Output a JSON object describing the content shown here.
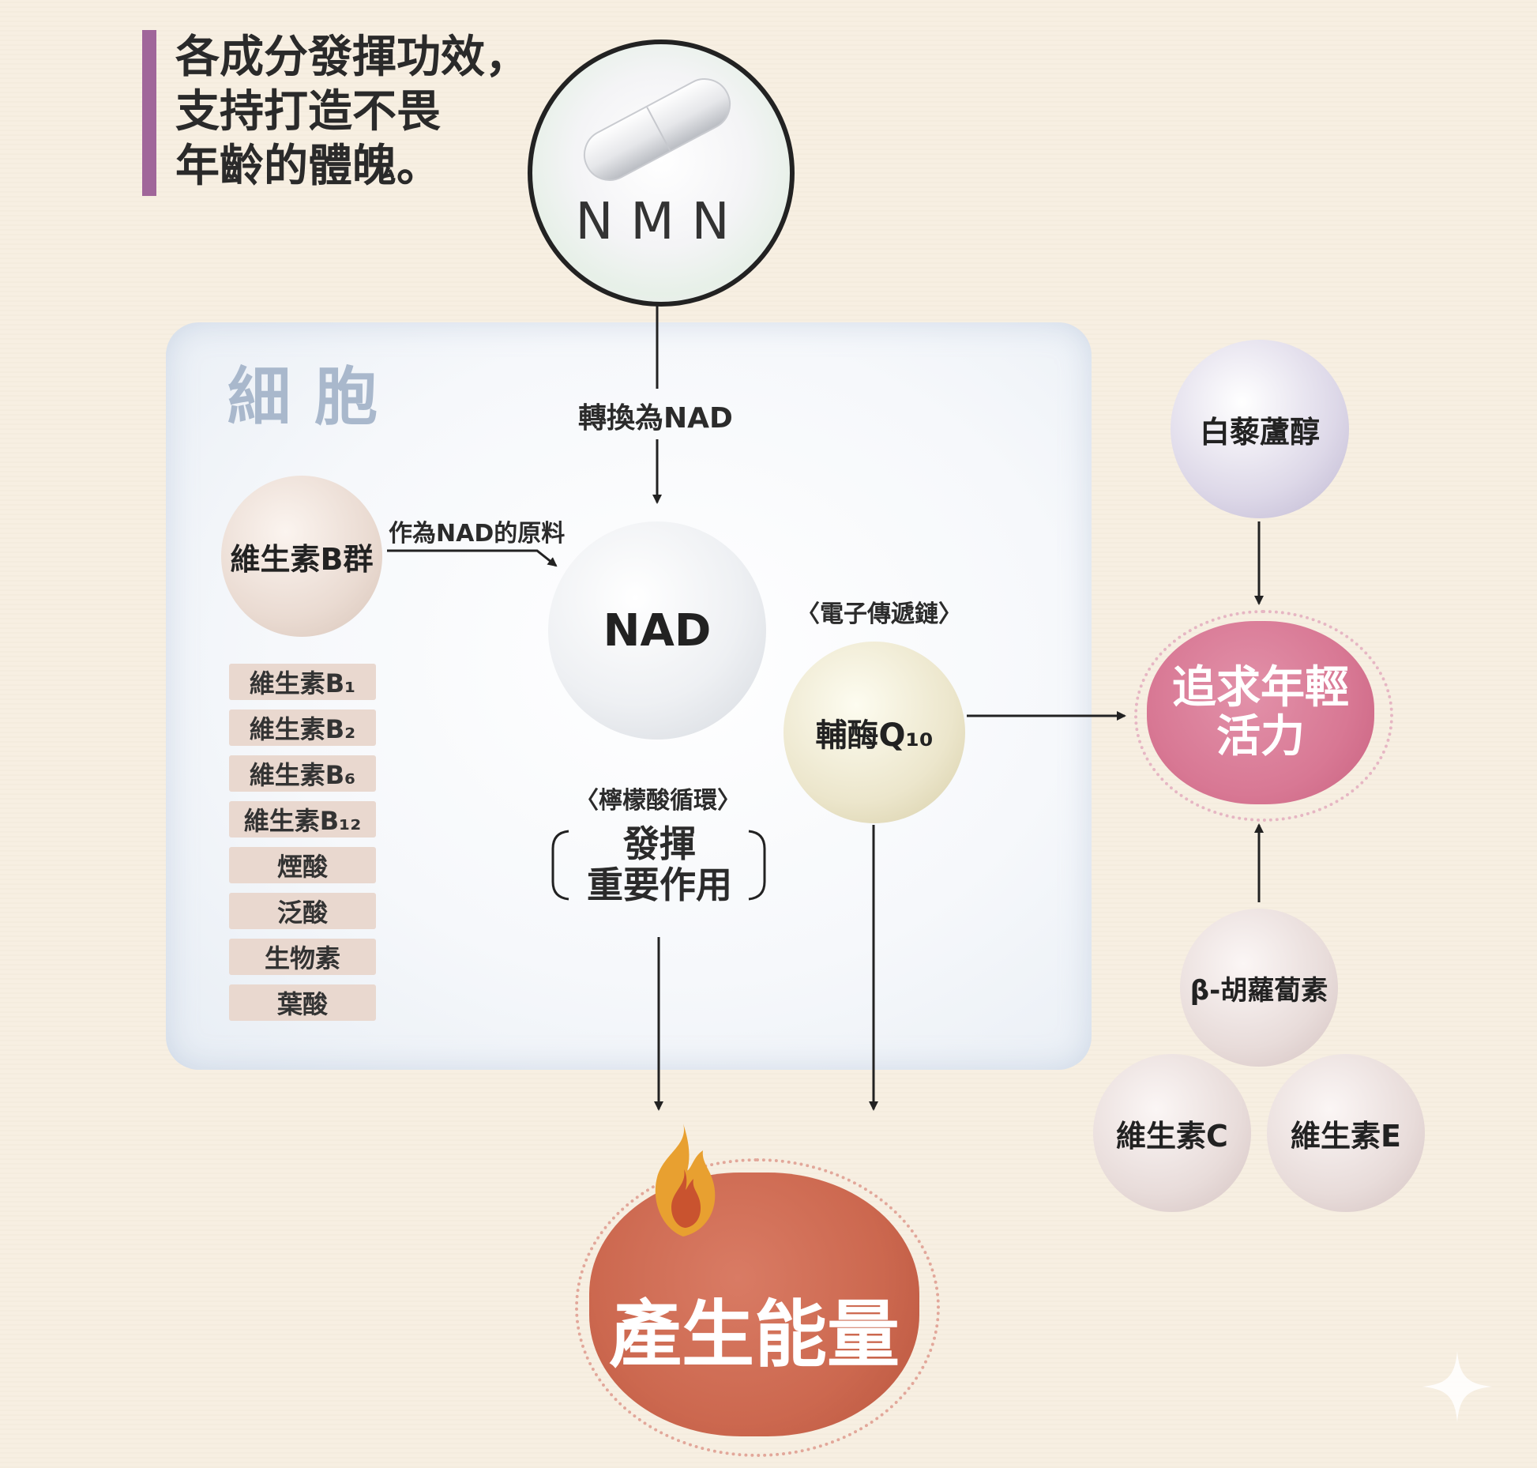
{
  "headline": "各成分發揮功效，\n支持打造不畏\n年齡的體魄。",
  "cell_label": "細胞",
  "nmn": {
    "label": "NMN"
  },
  "nad": {
    "label": "NAD"
  },
  "arrow_labels": {
    "convert": "轉換為NAD",
    "raw_material": "作為NAD的原料",
    "electron_chain": "〈電子傳遞鏈〉",
    "citric_cycle": "〈檸檬酸循環〉"
  },
  "important": "發揮\n重要作用",
  "vitamin_b_group": {
    "label": "維生素B群",
    "items": [
      "維生素B₁",
      "維生素B₂",
      "維生素B₆",
      "維生素B₁₂",
      "煙酸",
      "泛酸",
      "生物素",
      "葉酸"
    ]
  },
  "coq10": {
    "label": "輔酶Q₁₀"
  },
  "resveratrol": {
    "label": "白藜蘆醇"
  },
  "youth": {
    "label": "追求年輕\n活力"
  },
  "beta_carotene": {
    "label": "β-胡蘿蔔素"
  },
  "vitamin_c": {
    "label": "維生素C"
  },
  "vitamin_e": {
    "label": "維生素E"
  },
  "energy": {
    "label": "產生能量"
  },
  "colors": {
    "accent_purple": "#a0669a",
    "youth_pink": "#d87894",
    "energy_orange": "#cc684f",
    "flame": "#e8a030"
  },
  "icons": [
    "capsule-icon",
    "flame-icon",
    "sparkle-icon"
  ]
}
